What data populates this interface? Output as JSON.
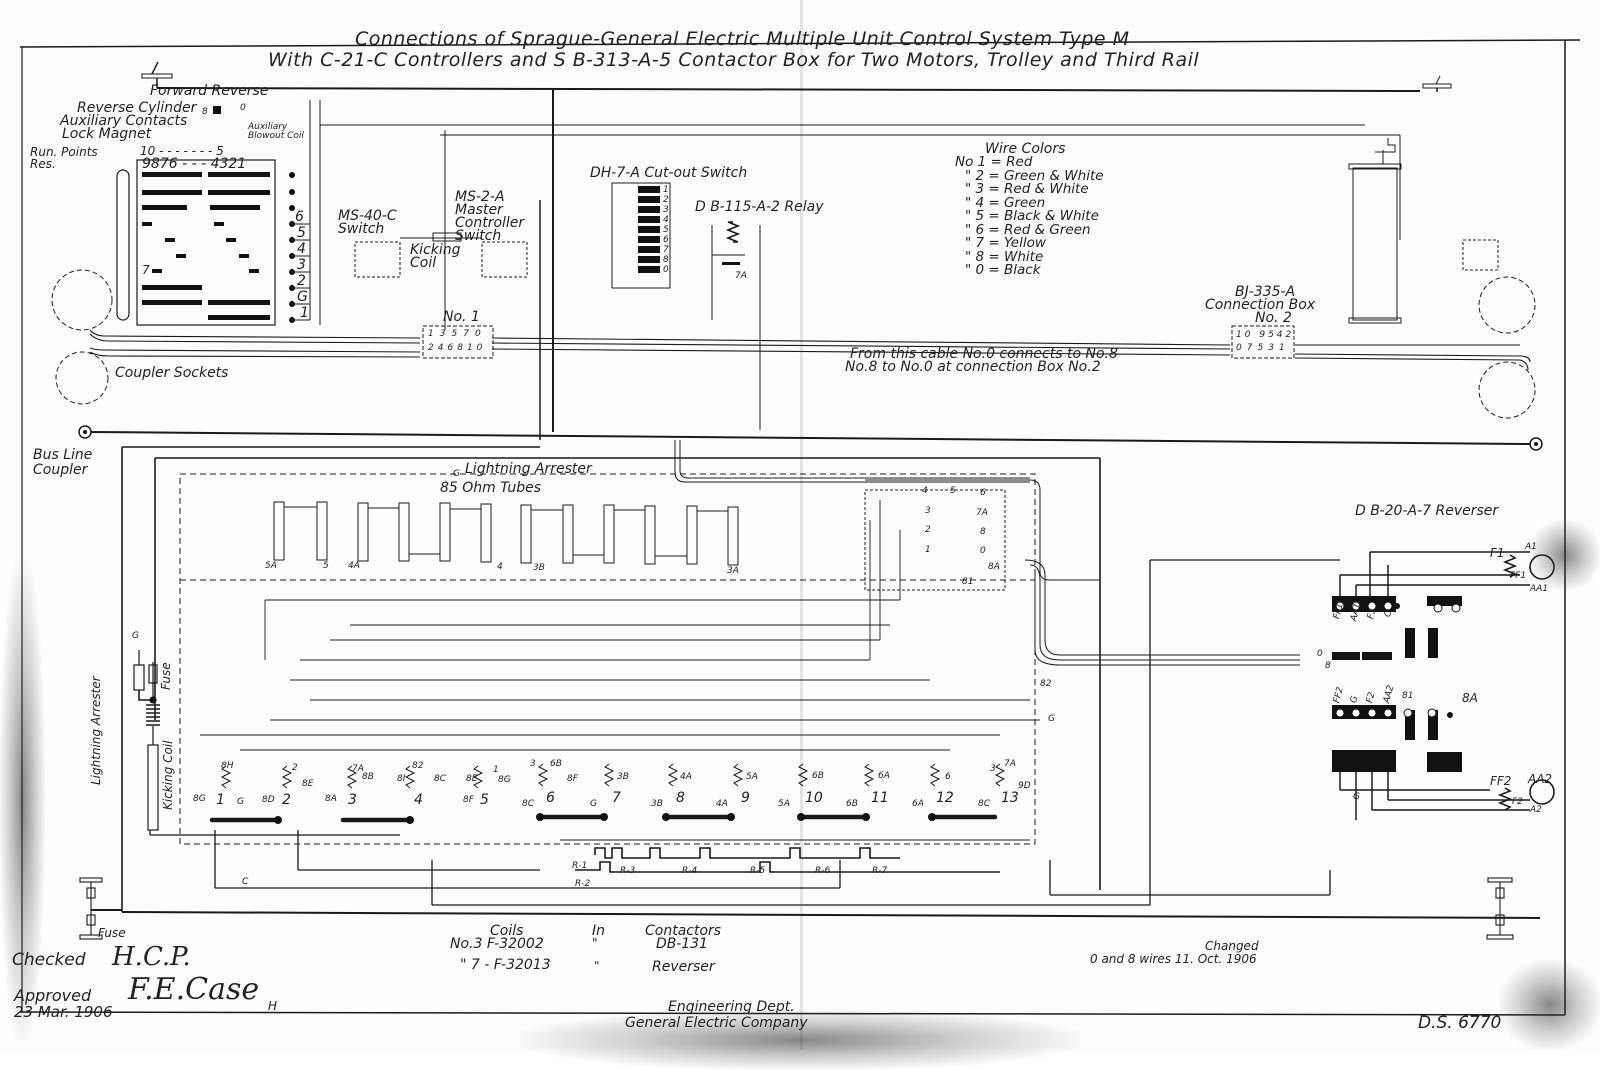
{
  "title": {
    "line1": "Connections of Sprague-General Electric Multiple Unit Control System Type M",
    "line2": "With C-21-C Controllers and S B-313-A-5 Contactor Box for Two Motors, Trolley and Third Rail"
  },
  "controller": {
    "forward_reverse": "Forward Reverse",
    "reverse_cylinder": "Reverse Cylinder",
    "auxiliary_contacts": "Auxiliary Contacts",
    "lock_magnet": "Lock Magnet",
    "auxiliary_blowout_coil": "Auxiliary Blowout Coil",
    "run_points_label": "Run. Points",
    "run_points_values": "10 - - - - - - - 5",
    "res_label": "Res.",
    "res_values": "9876 - - - 4321",
    "rc_pin_8": "8",
    "rc_pin_0": "0",
    "terminals": [
      "6",
      "5",
      "4",
      "3",
      "2",
      "G",
      "1"
    ],
    "finger_7": "7"
  },
  "switches": {
    "ms40c": "MS-40-C Switch",
    "kicking_coil": "Kicking Coil",
    "ms2a_line1": "MS-2-A",
    "ms2a_line2": "Master",
    "ms2a_line3": "Controller",
    "ms2a_line4": "Switch"
  },
  "cutout_switch": {
    "label": "DH-7-A Cut-out Switch",
    "positions": [
      "1",
      "2",
      "3",
      "4",
      "5",
      "6",
      "7",
      "8",
      "0"
    ]
  },
  "relay": {
    "label": "D B-115-A-2 Relay",
    "contact": "7A"
  },
  "wire_colors": {
    "heading": "Wire Colors",
    "entries": [
      {
        "prefix": "No",
        "num": "1",
        "color": "Red"
      },
      {
        "prefix": "\"",
        "num": "2",
        "color": "Green & White"
      },
      {
        "prefix": "\"",
        "num": "3",
        "color": "Red & White"
      },
      {
        "prefix": "\"",
        "num": "4",
        "color": "Green"
      },
      {
        "prefix": "\"",
        "num": "5",
        "color": "Black & White"
      },
      {
        "prefix": "\"",
        "num": "6",
        "color": "Red & Green"
      },
      {
        "prefix": "\"",
        "num": "7",
        "color": "Yellow"
      },
      {
        "prefix": "\"",
        "num": "8",
        "color": "White"
      },
      {
        "prefix": "\"",
        "num": "0",
        "color": "Black"
      }
    ]
  },
  "connection_box_1": {
    "label": "No. 1",
    "top_row": [
      "1",
      "3",
      "5",
      "7",
      "0"
    ],
    "bottom_row": [
      "2",
      "4",
      "6",
      "8",
      "10"
    ]
  },
  "connection_box_2": {
    "line1": "BJ-335-A",
    "line2": "Connection Box",
    "line3": "No. 2",
    "top_row": [
      "10",
      "9",
      "5",
      "4",
      "2"
    ],
    "bottom_row": [
      "0",
      "7",
      "5",
      "3",
      "1"
    ]
  },
  "cable_note": {
    "line1": "From this cable No.0 connects to No.8",
    "line2": "No.8 to No.0 at connection Box No.2"
  },
  "coupler_sockets": "Coupler Sockets",
  "bus_line_coupler": {
    "line1": "Bus Line",
    "line2": "Coupler"
  },
  "lightning_arrester_top": "Lightning Arrester",
  "lightning_arrester_g": "G",
  "tubes": {
    "label": "85 Ohm Tubes",
    "taps": [
      "5A",
      "5",
      "4A",
      "4",
      "3B",
      "3A"
    ]
  },
  "junction_block": {
    "left": [
      "4",
      "3",
      "2",
      "1"
    ],
    "middle": "5",
    "right": [
      "6",
      "7A",
      "8",
      "0",
      "8A",
      "81"
    ]
  },
  "left_protection": {
    "lightning_arrester": "Lightning Arrester",
    "kicking_coil": "Kicking Coil",
    "fuse": "Fuse",
    "ground": "G"
  },
  "contactors": {
    "numbers": [
      "1",
      "2",
      "3",
      "4",
      "5",
      "6",
      "7",
      "8",
      "9",
      "10",
      "11",
      "12",
      "13"
    ],
    "wire_labels": [
      "8G",
      "8H",
      "G",
      "8D",
      "2",
      "8E",
      "8A",
      "7A",
      "8B",
      "8I",
      "82",
      "8C",
      "8E",
      "1",
      "8G",
      "8F",
      "3",
      "6B",
      "8C",
      "8F",
      "3B",
      "G",
      "4A",
      "3B",
      "5A",
      "4A",
      "6B",
      "5A",
      "6A",
      "6B",
      "6",
      "6A",
      "3",
      "7A",
      "8C",
      "9D",
      "82",
      "G"
    ]
  },
  "resistors": [
    "R-1",
    "R-2",
    "R-3",
    "R-4",
    "R-5",
    "R-6",
    "R-7"
  ],
  "reverser": {
    "label": "D B-20-A-7 Reverser",
    "top_fingers": [
      "FF1",
      "AA1",
      "F1",
      "C"
    ],
    "bottom_fingers": [
      "FF2",
      "G",
      "F2",
      "AA2"
    ],
    "motor1": {
      "field_a": "F1",
      "field_b": "FF1",
      "arm_a": "A1",
      "arm_b": "AA1"
    },
    "motor2": {
      "field_a": "FF2",
      "field_b": "F2",
      "arm_a": "AA2",
      "arm_b": "A2"
    },
    "wires": [
      "0",
      "8",
      "81",
      "8A"
    ],
    "ground": "G"
  },
  "misc_wire": "C",
  "bottom_fuse": "Fuse",
  "coils_note": {
    "h1": "Coils",
    "h2": "In",
    "h3": "Contactors",
    "r1c1": "No.3  F-32002",
    "r1c2": "\"",
    "r1c3": "DB-131",
    "r2c1": "\"  7 - F-32013",
    "r2c2": "\"",
    "r2c3": "Reverser"
  },
  "change_note": {
    "heading": "Changed",
    "text": "0 and 8 wires  11. Oct. 1906"
  },
  "signoff": {
    "checked_label": "Checked",
    "checked_by": "H.C.P.",
    "approved_label": "Approved",
    "approved_by": "F.E.Case",
    "approved_suffix": "H",
    "date": "23 Mar. 1906"
  },
  "maker": {
    "line1": "Engineering Dept.",
    "line2": "General Electric Company"
  },
  "drawing_number": "D.S.  6770"
}
